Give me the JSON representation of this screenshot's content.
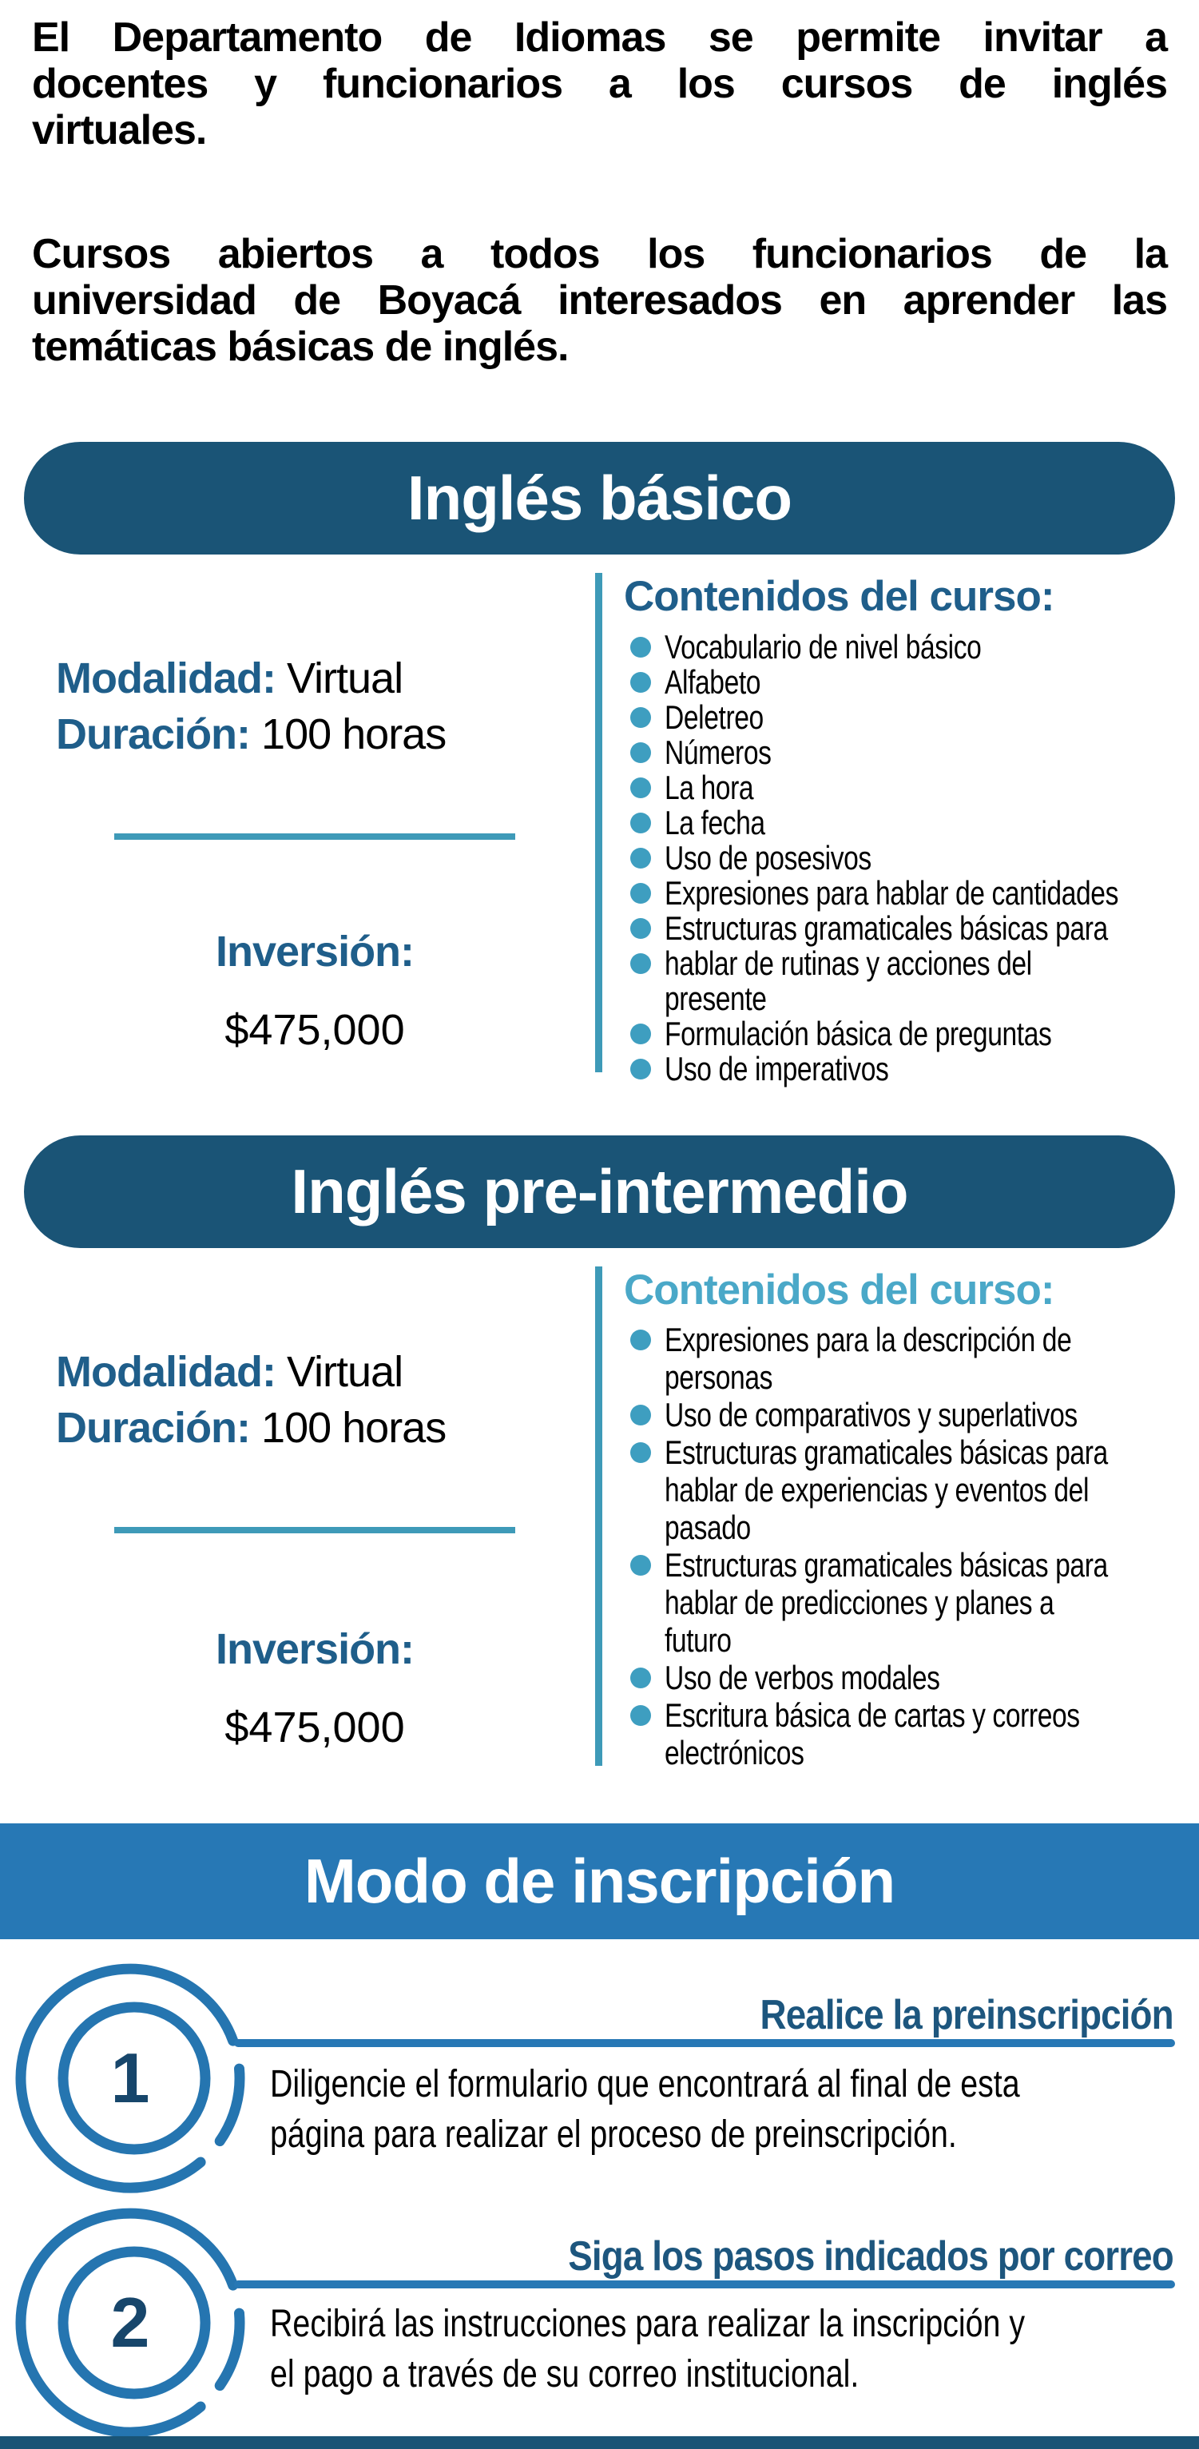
{
  "intro": {
    "p1_lines": [
      "El Departamento de Idiomas se permite invitar a",
      "docentes y funcionarios a los cursos de inglés",
      "virtuales."
    ],
    "p2_lines": [
      "Cursos abiertos a todos los funcionarios de la",
      "universidad de Boyacá interesados en aprender las",
      "temáticas básicas de inglés."
    ]
  },
  "courses": [
    {
      "title": "Inglés básico",
      "modality_label": "Modalidad:",
      "modality_value": " Virtual",
      "duration_label": "Duración:",
      "duration_value": " 100 horas",
      "investment_label": "Inversión:",
      "investment_value": "$475,000",
      "contents_heading": "Contenidos del curso:",
      "items": [
        {
          "bullet": true,
          "text": "Vocabulario de nivel básico"
        },
        {
          "bullet": true,
          "text": "Alfabeto"
        },
        {
          "bullet": true,
          "text": "Deletreo"
        },
        {
          "bullet": true,
          "text": "Números"
        },
        {
          "bullet": true,
          "text": "La hora"
        },
        {
          "bullet": true,
          "text": "La fecha"
        },
        {
          "bullet": true,
          "text": "Uso de posesivos"
        },
        {
          "bullet": true,
          "text": "Expresiones para hablar de cantidades"
        },
        {
          "bullet": true,
          "text": "Estructuras gramaticales básicas para"
        },
        {
          "bullet": true,
          "text": "hablar de rutinas y acciones del"
        },
        {
          "bullet": false,
          "text": "presente"
        },
        {
          "bullet": true,
          "text": "Formulación básica de preguntas"
        },
        {
          "bullet": true,
          "text": "Uso de imperativos"
        }
      ]
    },
    {
      "title": "Inglés pre-intermedio",
      "modality_label": "Modalidad:",
      "modality_value": " Virtual",
      "duration_label": "Duración:",
      "duration_value": " 100 horas",
      "investment_label": "Inversión:",
      "investment_value": "$475,000",
      "contents_heading": "Contenidos del curso:",
      "items": [
        {
          "bullet": true,
          "text": "Expresiones para la descripción de"
        },
        {
          "bullet": false,
          "text": "personas"
        },
        {
          "bullet": true,
          "text": "Uso de comparativos y superlativos"
        },
        {
          "bullet": true,
          "text": "Estructuras gramaticales básicas para"
        },
        {
          "bullet": false,
          "text": "hablar de experiencias y eventos del"
        },
        {
          "bullet": false,
          "text": "pasado"
        },
        {
          "bullet": true,
          "text": "Estructuras gramaticales básicas para"
        },
        {
          "bullet": false,
          "text": "hablar de predicciones y planes a"
        },
        {
          "bullet": false,
          "text": "futuro"
        },
        {
          "bullet": true,
          "text": "Uso de verbos modales"
        },
        {
          "bullet": true,
          "text": "Escritura básica de cartas y correos"
        },
        {
          "bullet": false,
          "text": "electrónicos"
        }
      ]
    }
  ],
  "enrollment": {
    "banner": "Modo de inscripción",
    "steps": [
      {
        "number": "1",
        "heading": "Realice la preinscripción",
        "lines": [
          "Diligencie el formulario que encontrará al final de esta",
          "página para realizar el proceso de preinscripción."
        ]
      },
      {
        "number": "2",
        "heading": "Siga los pasos indicados por correo",
        "lines": [
          "Recibirá las instrucciones para realizar la inscripción y",
          "el pago a través de su correo institucional."
        ]
      }
    ]
  },
  "colors": {
    "pill_navy": "#1A5476",
    "banner_blue": "#2778B5",
    "ring_blue": "#2575B0",
    "label_blue": "#1F5E8A",
    "contents_heading_2": "#4AA8C8",
    "teal_line": "#3E9AB8",
    "bullet_teal": "#3E9EC0",
    "step_heading_navy": "#1D567E",
    "step_number_navy": "#17466B"
  }
}
